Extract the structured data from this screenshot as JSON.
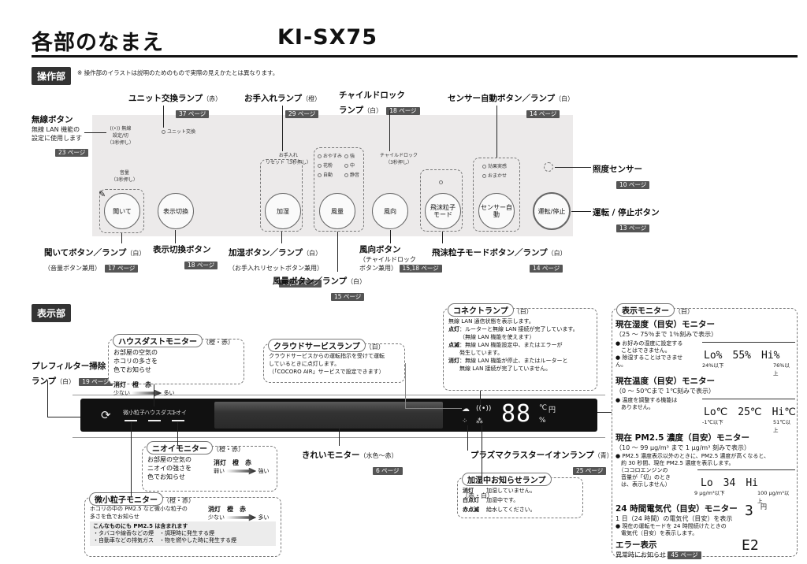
{
  "title": "各部のなまえ",
  "model": "KI-SX75",
  "sec_ops": "操作部",
  "ops_note": "※ 操作部のイラストは説明のためのもので実際の見えかたとは異なります。",
  "sec_disp": "表示部",
  "c_wireless": {
    "t": "無線ボタン",
    "d1": "無線 LAN 機能の",
    "d2": "設定に使用します",
    "p": "23 ページ"
  },
  "c_unit": {
    "t": "ユニット交換ランプ",
    "s": "（赤）",
    "p": "37 ページ"
  },
  "c_care": {
    "t": "お手入れランプ",
    "s": "（橙）",
    "p": "29 ページ"
  },
  "c_child": {
    "t1": "チャイルドロック",
    "t2": "ランプ",
    "s": "（白）",
    "p": "18 ページ"
  },
  "c_sensor": {
    "t": "センサー自動ボタン／ランプ",
    "s": "（白）",
    "p": "14 ページ"
  },
  "c_light": {
    "t": "照度センサー",
    "p": "10 ページ"
  },
  "c_power": {
    "t": "運転 / 停止ボタン",
    "p": "13 ページ"
  },
  "c_listen": {
    "t": "聞いてボタン／ランプ",
    "s": "（白）",
    "d": "（音量ボタン兼用）",
    "p": "17 ページ"
  },
  "c_dispsw": {
    "t": "表示切換ボタン",
    "p": "18 ページ"
  },
  "c_humid": {
    "t": "加湿ボタン／ランプ",
    "s": "（白）",
    "d": "（お手入れリセットボタン兼用）",
    "p": "16,29 ページ"
  },
  "c_fan": {
    "t": "風量ボタン／ランプ",
    "s": "（白）",
    "p": "15 ページ"
  },
  "c_dir": {
    "t": "風向ボタン",
    "d1": "（チャイルドロック",
    "d2": "ボタン兼用）",
    "p": "15,18 ページ"
  },
  "c_mist": {
    "t": "飛沫粒子モードボタン／ランプ",
    "s": "（白）",
    "p": "14 ページ"
  },
  "panel": {
    "wl1": "無線",
    "wl2": "設定/切",
    "wl3": "（3秒押し）",
    "unit": "ユニット交換",
    "vol1": "音量",
    "vol2": "（3秒押し）",
    "b_listen": "聞いて",
    "b_disp": "表示切換",
    "care1": "お手入れ",
    "care2": "リセット（3秒押し）",
    "b_humid": "加湿",
    "fan1": "おやすみ",
    "fan2": "花粉",
    "fan3": "自動",
    "fan4": "強",
    "fan5": "中",
    "fan6": "静音",
    "b_fan": "風量",
    "cl1": "チャイルドロック",
    "cl2": "（3秒押し）",
    "b_dir": "風向",
    "b_mist1": "飛沫粒子",
    "b_mist2": "モード",
    "se1": "効果実感",
    "se2": "おまかせ",
    "b_sensor": "センサー自動",
    "b_power": "運転/停止"
  },
  "d_prefilter": {
    "t1": "プレフィルター掃除",
    "t2": "ランプ",
    "s": "（白）",
    "p": "19 ページ"
  },
  "d_house": {
    "t": "ハウスダストモニター",
    "s": "（橙・赤）",
    "d1": "お部屋の空気の",
    "d2": "ホコリの多さを",
    "d3": "色でお知らせ",
    "l1": "消灯",
    "l2": "橙",
    "l3": "赤",
    "lo": "少ない",
    "hi": "多い"
  },
  "d_cloud": {
    "t": "クラウドサービスランプ",
    "s": "（白）",
    "d1": "クラウドサービスからの運転指示を受けて運転",
    "d2": "しているときに点灯します。",
    "d3": "（「COCORO AIR」サービスで設定できます）"
  },
  "d_connect": {
    "t": "コネクトランプ",
    "s": "（白）",
    "d0": "無線 LAN 通信状態を表示します。",
    "k1": "点灯",
    "v1a": "：ルーターと無線 LAN 接続が完了しています。",
    "v1b": "（無線 LAN 機能を使えます）",
    "k2": "点滅",
    "v2a": "：無線 LAN 機能設定中、またはエラーが",
    "v2b": "発生しています。",
    "k3": "消灯",
    "v3a": "：無線 LAN 機能が停止、またはルーターと",
    "v3b": "無線 LAN 接続が完了していません。"
  },
  "strip": {
    "a": "微小粒子",
    "b": "ハウスダスト",
    "c": "ニオイ",
    "num": "88",
    "u1": "℃",
    "u2": "円",
    "u3": "%"
  },
  "d_odor": {
    "t": "ニオイモニター",
    "s": "（橙・赤）",
    "d1": "お部屋の空気の",
    "d2": "ニオイの強さを",
    "d3": "色でお知らせ",
    "l1": "消灯",
    "l2": "橙",
    "l3": "赤",
    "lo": "弱い",
    "hi": "強い"
  },
  "d_clean": {
    "t": "きれいモニター",
    "s": "（水色～赤）",
    "p": "6 ページ"
  },
  "d_plasma": {
    "t": "プラズマクラスターイオンランプ",
    "s": "（青）",
    "p": "25 ページ"
  },
  "d_water": {
    "t": "加湿中お知らせランプ",
    "s": "（赤・白）",
    "k1": "消灯",
    "v1": "加湿していません。",
    "k2": "白点灯",
    "v2": "加湿中です。",
    "k3": "赤点滅",
    "v3": "給水してください。"
  },
  "d_fine": {
    "t": "微小粒子モニター",
    "s": "（橙・赤）",
    "d1": "ホコリの中の PM2.5 など微小な粒子の",
    "d2": "多さを色でお知らせ",
    "l1": "消灯",
    "l2": "橙",
    "l3": "赤",
    "lo": "少ない",
    "hi": "多い",
    "n0": "こんなものにも PM2.5 は含まれます",
    "n1": "・タバコや線香などの煙　・調理時に発生する煙",
    "n2": "・自動車などの排気ガス　・物を燃やした時に発生する煙"
  },
  "mon": {
    "t": "表示モニター",
    "s": "（白）",
    "h_t": "現在湿度（目安）モニター",
    "h_r": "（25 ～ 75％まで 1％刻みで表示）",
    "h_n1": "お好みの湿度に設定する",
    "h_n2": "ことはできません。",
    "h_n3": "除湿することはできません。",
    "h_lo": "Lo%",
    "h_v": "55%",
    "h_hi": "Hi%",
    "h_l": "24%以下",
    "h_h": "76%以上",
    "t_t": "現在温度（目安）モニター",
    "t_r": "（0 ～ 50℃まで 1℃刻みで表示）",
    "t_n1": "温度を調整する機能は",
    "t_n2": "ありません。",
    "t_lo": "Lo℃",
    "t_v": "25℃",
    "t_hi": "Hi℃",
    "t_l": "-1℃以下",
    "t_h": "51℃以上",
    "p_t": "現在 PM2.5 濃度（目安）モニター",
    "p_r": "（10 ～ 99 μg/m³ まで 1 μg/m³ 刻みで表示）",
    "p_n1": "PM2.5 濃度表示以外のときに、PM2.5 濃度が高くなると、",
    "p_n2": "約 30 秒間、現在 PM2.5 濃度を表示します。",
    "p_n3": "（ココロエンジンの",
    "p_n4": "音量が「切」のとき",
    "p_n5": "は、表示しません）",
    "p_lo": "Lo",
    "p_v": "34",
    "p_hi": "Hi",
    "p_l": "9 μg/m³以下",
    "p_h": "100 μg/m³以上",
    "e_t": "24 時間電気代（目安）モニター",
    "e_r": "1 日（24 時間）の電気代（目安）を表示",
    "e_n1": "現在の運転モードを 24 時間続けたときの",
    "e_n2": "電気代（目安）を表示します。",
    "e_v": "3",
    "e_u": "円",
    "r_t": "エラー表示",
    "r_d": "異常時にお知らせ",
    "r_p": "45 ページ",
    "r_v": "E2"
  }
}
